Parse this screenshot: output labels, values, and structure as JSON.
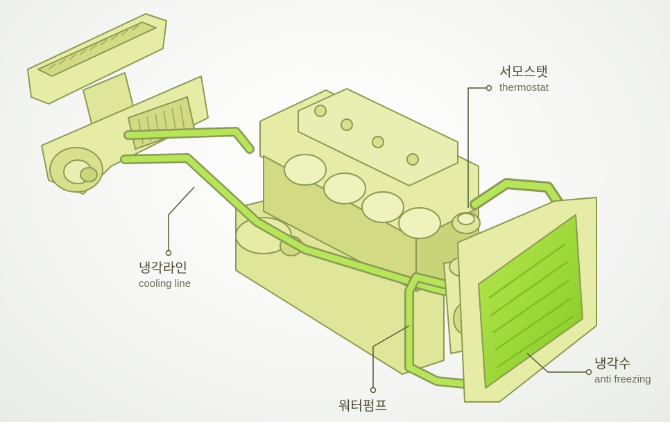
{
  "labels": {
    "thermostat": {
      "ko": "서모스탯",
      "en": "thermostat"
    },
    "cooling_line": {
      "ko": "냉각라인",
      "en": "cooling line"
    },
    "water_pump": {
      "ko": "워터펌프"
    },
    "antifreeze": {
      "ko": "냉각수",
      "en": "anti freezing"
    }
  },
  "colors": {
    "engine_fill": "#e6eca6",
    "engine_dark": "#d2db84",
    "outline": "#8a9a52",
    "coolant": "#9bd84a",
    "coolant_bright": "#c6f06a",
    "leader": "#4f5a2e"
  }
}
